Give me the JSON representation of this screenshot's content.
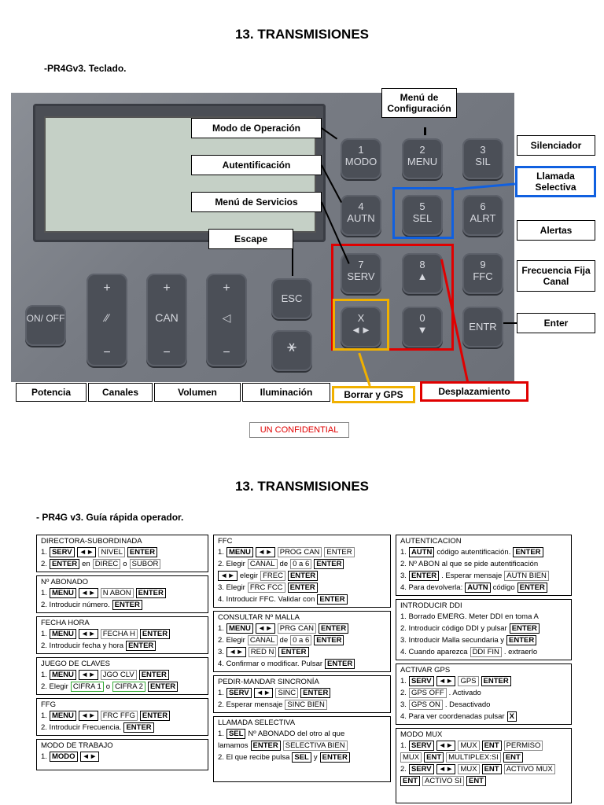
{
  "page1": {
    "title": "13. TRANSMISIONES",
    "subtitle": "-PR4Gv3. Teclado.",
    "keys": {
      "k1": [
        "1",
        "MODO"
      ],
      "k2": [
        "2",
        "MENU"
      ],
      "k3": [
        "3",
        "SIL"
      ],
      "k4": [
        "4",
        "AUTN"
      ],
      "k5": [
        "5",
        "SEL"
      ],
      "k6": [
        "6",
        "ALRT"
      ],
      "k7": [
        "7",
        "SERV"
      ],
      "k8": [
        "8",
        "▲"
      ],
      "k9": [
        "9",
        "FFC"
      ],
      "kx": [
        "X",
        "◄►"
      ],
      "k0": [
        "0",
        "▼"
      ],
      "entr": "ENTR",
      "esc": "ESC",
      "onoff": "ON/ OFF",
      "can": "CAN"
    },
    "labels": {
      "menu_config": "Menú de Configuración",
      "modo_operacion": "Modo de Operación",
      "autentificacion": "Autentificación",
      "menu_servicios": "Menú de Servicios",
      "escape": "Escape",
      "silenciador": "Silenciador",
      "llamada_selectiva": "Llamada Selectiva",
      "alertas": "Alertas",
      "frecuencia_fija": "Frecuencia Fija Canal",
      "enter": "Enter",
      "potencia": "Potencia",
      "canales": "Canales",
      "volumen": "Volumen",
      "iluminacion": "Iluminación",
      "borrar_gps": "Borrar y GPS",
      "desplazamiento": "Desplazamiento"
    },
    "confidential": "UN CONFIDENTIAL"
  },
  "page2": {
    "title": "13. TRANSMISIONES",
    "subtitle": "- PR4G v3. Guía rápida operador.",
    "col1": [
      {
        "h": "DIRECTORA-SUBORDINADA",
        "l1": "1.",
        "k1": "SERV",
        "a": "◄►",
        "s1": "NIVEL",
        "k2": "ENTER",
        "l2a": "2.",
        "k3": "ENTER",
        "l2b": "en",
        "s2": "DIREC",
        "l2c": "o",
        "s3": "SUBOR"
      },
      {
        "h": "Nº ABONADO",
        "l1": "1.",
        "k1": "MENU",
        "a": "◄►",
        "s1": "N ABON",
        "k2": "ENTER",
        "l2": "2. Introducir número.",
        "k3": "ENTER"
      },
      {
        "h": "FECHA HORA",
        "l1": "1.",
        "k1": "MENU",
        "a": "◄►",
        "s1": "FECHA H",
        "k2": "ENTER",
        "l2": "2. Introducir fecha y hora",
        "k3": "ENTER"
      },
      {
        "h": "JUEGO DE CLAVES",
        "l1": "1.",
        "k1": "MENU",
        "a": "◄►",
        "s1": "JGO CLV",
        "k2": "ENTER",
        "l2": "2. Elegir",
        "g1": "CIFRA 1",
        "l2b": "o",
        "g2": "CIFRA 2",
        "k3": "ENTER"
      },
      {
        "h": "FFG",
        "l1": "1.",
        "k1": "MENU",
        "a": "◄►",
        "s1": "FRC FFG",
        "k2": "ENTER",
        "l2": "2. Introducir Frecuencia.",
        "k3": "ENTER"
      },
      {
        "h": "MODO DE TRABAJO",
        "l1": "1.",
        "k1": "MODO",
        "a": "◄►"
      }
    ],
    "col2": {
      "ffc": {
        "h": "FFC",
        "l1": "1.",
        "k1": "MENU",
        "a": "◄►",
        "s1": "PROG CAN",
        "s2": "ENTER",
        "l2": "2. Elegir",
        "s3": "CANAL",
        "l2b": "de",
        "s4": "0 a 6",
        "k2": "ENTER",
        "a2": "◄►",
        "l3a": "elegir",
        "s5": "FREC",
        "k3": "ENTER",
        "l4": "3. Elegir",
        "s6": "FRC FCC",
        "k4": "ENTER",
        "l5": "4. Introducir FFC. Validar con",
        "k5": "ENTER"
      },
      "malla": {
        "h": "CONSULTAR Nº MALLA",
        "l1": "1.",
        "k1": "MENU",
        "a": "◄►",
        "s1": "PRG CAN",
        "k2": "ENTER",
        "l2": "2. Elegir",
        "s2": "CANAL",
        "l2b": "de",
        "s3": "0 a 6",
        "k3": "ENTER",
        "l3": "3.",
        "a2": "◄►",
        "s4": "RED N",
        "k4": "ENTER",
        "l4": "4. Confirmar o modificar. Pulsar",
        "k5": "ENTER"
      },
      "sinc": {
        "h": "PEDIR-MANDAR SINCRONÍA",
        "l1": "1.",
        "k1": "SERV",
        "a": "◄►",
        "s1": "SINC",
        "k2": "ENTER",
        "l2": "2. Esperar mensaje",
        "s2": "SINC BIEN"
      },
      "sel": {
        "h": "LLAMADA SELECTIVA",
        "l1": "1.",
        "k1": "SEL",
        "l1b": "Nº ABONADO del otro al que",
        "l2a": "lamamos",
        "k2": "ENTER",
        "s1": "SELECTIVA BIEN",
        "l3": "2. El que recibe pulsa",
        "k3": "SEL",
        "l3b": "y",
        "k4": "ENTER"
      }
    },
    "col3": {
      "autn": {
        "h": "AUTENTICACION",
        "l1": "1.",
        "k1": "AUTN",
        "l1b": "código autentificación.",
        "k2": "ENTER",
        "l2": "2. Nº ABON al que se pide autentificación",
        "l3": "3.",
        "k3": "ENTER",
        "l3b": ". Esperar mensaje",
        "s1": "AUTN BIEN",
        "l4": "4. Para devolverla:",
        "k4": "AUTN",
        "l4b": "código",
        "k5": "ENTER"
      },
      "ddi": {
        "h": "INTRODUCIR DDI",
        "l1": "1. Borrado EMERG. Meter DDI en toma A",
        "l2": "2. Introducir código DDI y pulsar",
        "k1": "ENTER",
        "l3": "3. Introducir Malla secundaria y",
        "k2": "ENTER",
        "l4": "4. Cuando aparezca",
        "s1": "DDI FIN",
        "l4b": ". extraerlo"
      },
      "gps": {
        "h": "ACTIVAR GPS",
        "l1": "1.",
        "k1": "SERV",
        "a": "◄►",
        "s1": "GPS",
        "k2": "ENTER",
        "l2": "2.",
        "s2": "GPS OFF",
        "l2b": ". Activado",
        "l3": "3.",
        "s3": "GPS ON",
        "l3b": ". Desactivado",
        "l4": "4. Para ver coordenadas pulsar",
        "k3": "X"
      },
      "mux": {
        "h": "MODO MUX",
        "l1": "1.",
        "k1": "SERV",
        "a": "◄►",
        "s1": "MUX",
        "k2": "ENT",
        "s2": "PERMISO",
        "s3": "MUX",
        "k3": "ENT",
        "s4": "MULTIPLEX:SI",
        "k4": "ENT",
        "l3": "2.",
        "k5": "SERV",
        "a2": "◄►",
        "s5": "MUX",
        "k6": "ENT",
        "s6": "ACTIVO MUX",
        "k7": "ENT",
        "s7": "ACTIVO SI",
        "k8": "ENT"
      }
    }
  }
}
